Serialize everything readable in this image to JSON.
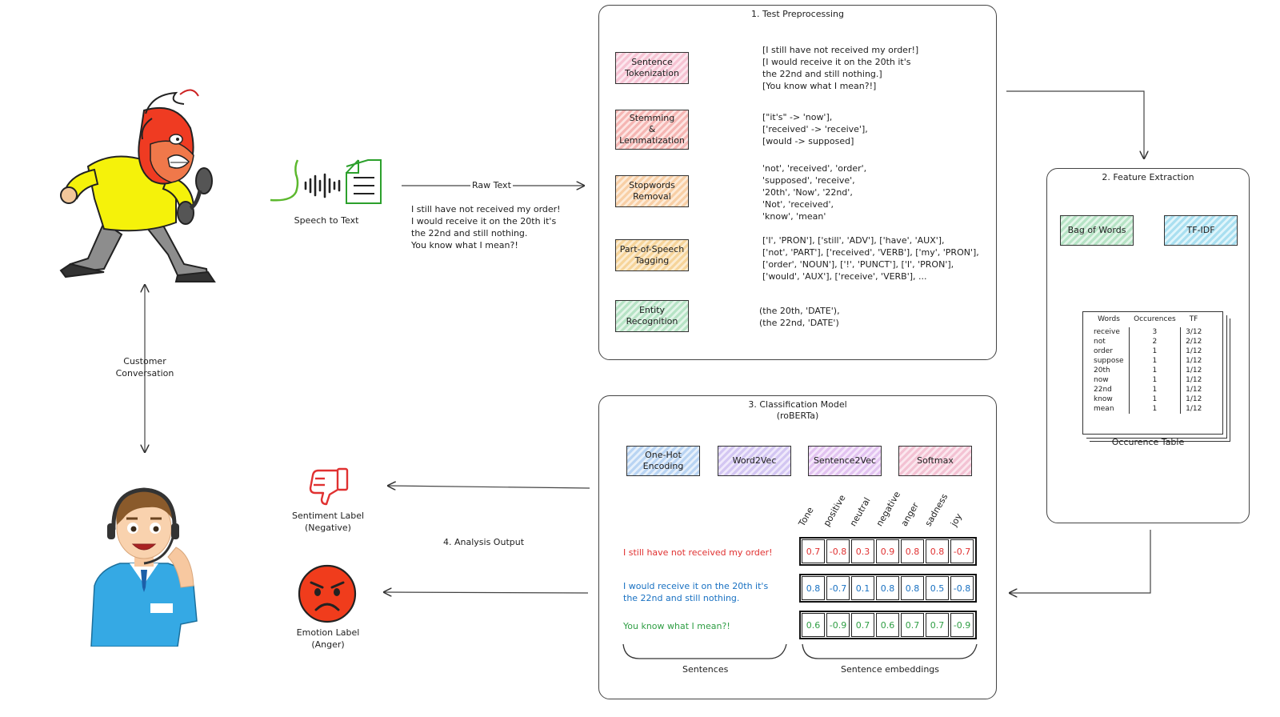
{
  "conversation": {
    "customer_conversation_label": "Customer\nConversation"
  },
  "speech_to_text": {
    "label": "Speech to Text"
  },
  "raw_text": {
    "label": "Raw Text",
    "content": "I still have not received my order!\nI would receive it on the 20th it's\nthe 22nd and still nothing.\nYou know what I mean?!"
  },
  "preprocessing": {
    "title": "1. Test Preprocessing",
    "steps": [
      {
        "label": "Sentence\nTokenization",
        "output": "[I still have not received my order!]\n[I would receive it on the 20th it's\nthe 22nd and still nothing.]\n[You know what I mean?!]"
      },
      {
        "label": "Stemming\n&\nLemmatization",
        "output": "[\"it's\" -> 'now'],\n['received' -> 'receive'],\n[would -> supposed]"
      },
      {
        "label": "Stopwords\nRemoval",
        "output": "'not', 'received', 'order',\n'supposed', 'receive',\n'20th', 'Now', '22nd',\n'Not', 'received',\n'know', 'mean'"
      },
      {
        "label": "Part-of-Speech\nTagging",
        "output": "['I', 'PRON'], ['still', 'ADV'], ['have', 'AUX'],\n['not', 'PART'], ['received', 'VERB'], ['my', 'PRON'],\n['order', 'NOUN'], ['!', 'PUNCT'], ['I', 'PRON'],\n['would', 'AUX'], ['receive', 'VERB'], ..."
      },
      {
        "label": "Entity\nRecognition",
        "output": "(the 20th, 'DATE'),\n(the 22nd, 'DATE')"
      }
    ]
  },
  "feature_extraction": {
    "title": "2. Feature Extraction",
    "methods": [
      "Bag of Words",
      "TF-IDF"
    ],
    "table_caption": "Occurence Table",
    "columns": [
      "Words",
      "Occurences",
      "TF"
    ],
    "rows": [
      [
        "receive",
        "3",
        "3/12"
      ],
      [
        "not",
        "2",
        "2/12"
      ],
      [
        "order",
        "1",
        "1/12"
      ],
      [
        "suppose",
        "1",
        "1/12"
      ],
      [
        "20th",
        "1",
        "1/12"
      ],
      [
        "now",
        "1",
        "1/12"
      ],
      [
        "22nd",
        "1",
        "1/12"
      ],
      [
        "know",
        "1",
        "1/12"
      ],
      [
        "mean",
        "1",
        "1/12"
      ]
    ]
  },
  "classification": {
    "title": "3. Classification Model\n(roBERTa)",
    "stages": [
      "One-Hot\nEncoding",
      "Word2Vec",
      "Sentence2Vec",
      "Softmax"
    ],
    "headers": [
      "Tone",
      "positive",
      "neutral",
      "negative",
      "anger",
      "sadness",
      "joy"
    ],
    "sentences": [
      {
        "text": "I still have not received my order!",
        "color": "#e03131",
        "values": [
          "0.7",
          "-0.8",
          "0.3",
          "0.9",
          "0.8",
          "0.8",
          "-0.7"
        ]
      },
      {
        "text": "I would receive it on the 20th it's\nthe 22nd and still nothing.",
        "color": "#1971c2",
        "values": [
          "0.8",
          "-0.7",
          "0.1",
          "0.8",
          "0.8",
          "0.5",
          "-0.8"
        ]
      },
      {
        "text": "You know what I mean?!",
        "color": "#2f9e44",
        "values": [
          "0.6",
          "-0.9",
          "0.7",
          "0.6",
          "0.7",
          "0.7",
          "-0.9"
        ]
      }
    ],
    "sentences_label": "Sentences",
    "embeddings_label": "Sentence embeddings"
  },
  "output": {
    "analysis_label": "4. Analysis Output",
    "sentiment_label": "Sentiment Label\n(Negative)",
    "emotion_label": "Emotion Label\n(Anger)"
  }
}
